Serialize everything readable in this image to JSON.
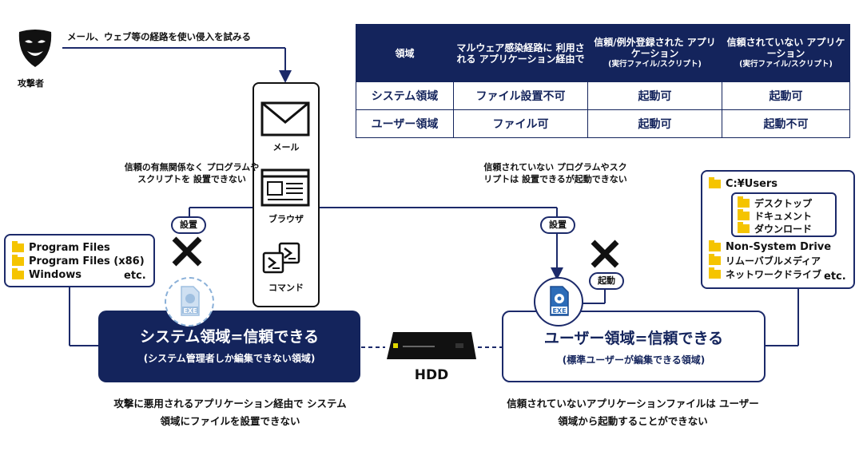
{
  "attacker": {
    "label": "攻撃者",
    "description": "メール、ウェブ等の経路を使い侵入を試みる"
  },
  "table": {
    "headers": [
      {
        "main": "領域",
        "sub": ""
      },
      {
        "main": "マルウェア感染経路に 利用される アプリケーション経由で",
        "sub": ""
      },
      {
        "main": "信頼/例外登録された アプリケーション",
        "sub": "(実行ファイル/スクリプト)"
      },
      {
        "main": "信頼されていない アプリケーション",
        "sub": "(実行ファイル/スクリプト)"
      }
    ],
    "rows": [
      {
        "region": "システム領域",
        "via_app": "ファイル設置不可",
        "trusted": "起動可",
        "untrusted": "起動可"
      },
      {
        "region": "ユーザー領域",
        "via_app": "ファイル可",
        "trusted": "起動可",
        "untrusted": "起動不可"
      }
    ]
  },
  "vectors": {
    "mail": "メール",
    "browser": "ブラウザ",
    "command": "コマンド"
  },
  "left_note": "信頼の有無関係なく プログラムやスクリプトを 設置できない",
  "right_note": "信頼されていない プログラムやスクリプトは 設置できるが起動できない",
  "pills": {
    "place_left": "設置",
    "place_right": "設置",
    "launch": "起動"
  },
  "system_folders": {
    "items": [
      "Program Files",
      "Program Files (x86)",
      "Windows"
    ],
    "etc": "etc."
  },
  "user_folders": {
    "root": "C:¥Users",
    "sub_items": [
      "デスクトップ",
      "ドキュメント",
      "ダウンロード"
    ],
    "items": [
      "Non-System Drive",
      "リムーバブルメディア",
      "ネットワークドライブ"
    ],
    "etc": "etc."
  },
  "system_region": {
    "title": "システム領域=信頼できる",
    "subtitle": "(システム管理者しか編集できない領域)",
    "caption": "攻撃に悪用されるアプリケーション経由で システム領域にファイルを設置できない"
  },
  "user_region": {
    "title": "ユーザー領域=信頼できる",
    "subtitle": "(標準ユーザーが編集できる領域)",
    "caption": "信頼されていないアプリケーションファイルは ユーザー領域から起動することができない"
  },
  "hdd_label": "HDD",
  "exe_label": "EXE",
  "colors": {
    "navy": "#14245c",
    "folder": "#f5c400"
  }
}
